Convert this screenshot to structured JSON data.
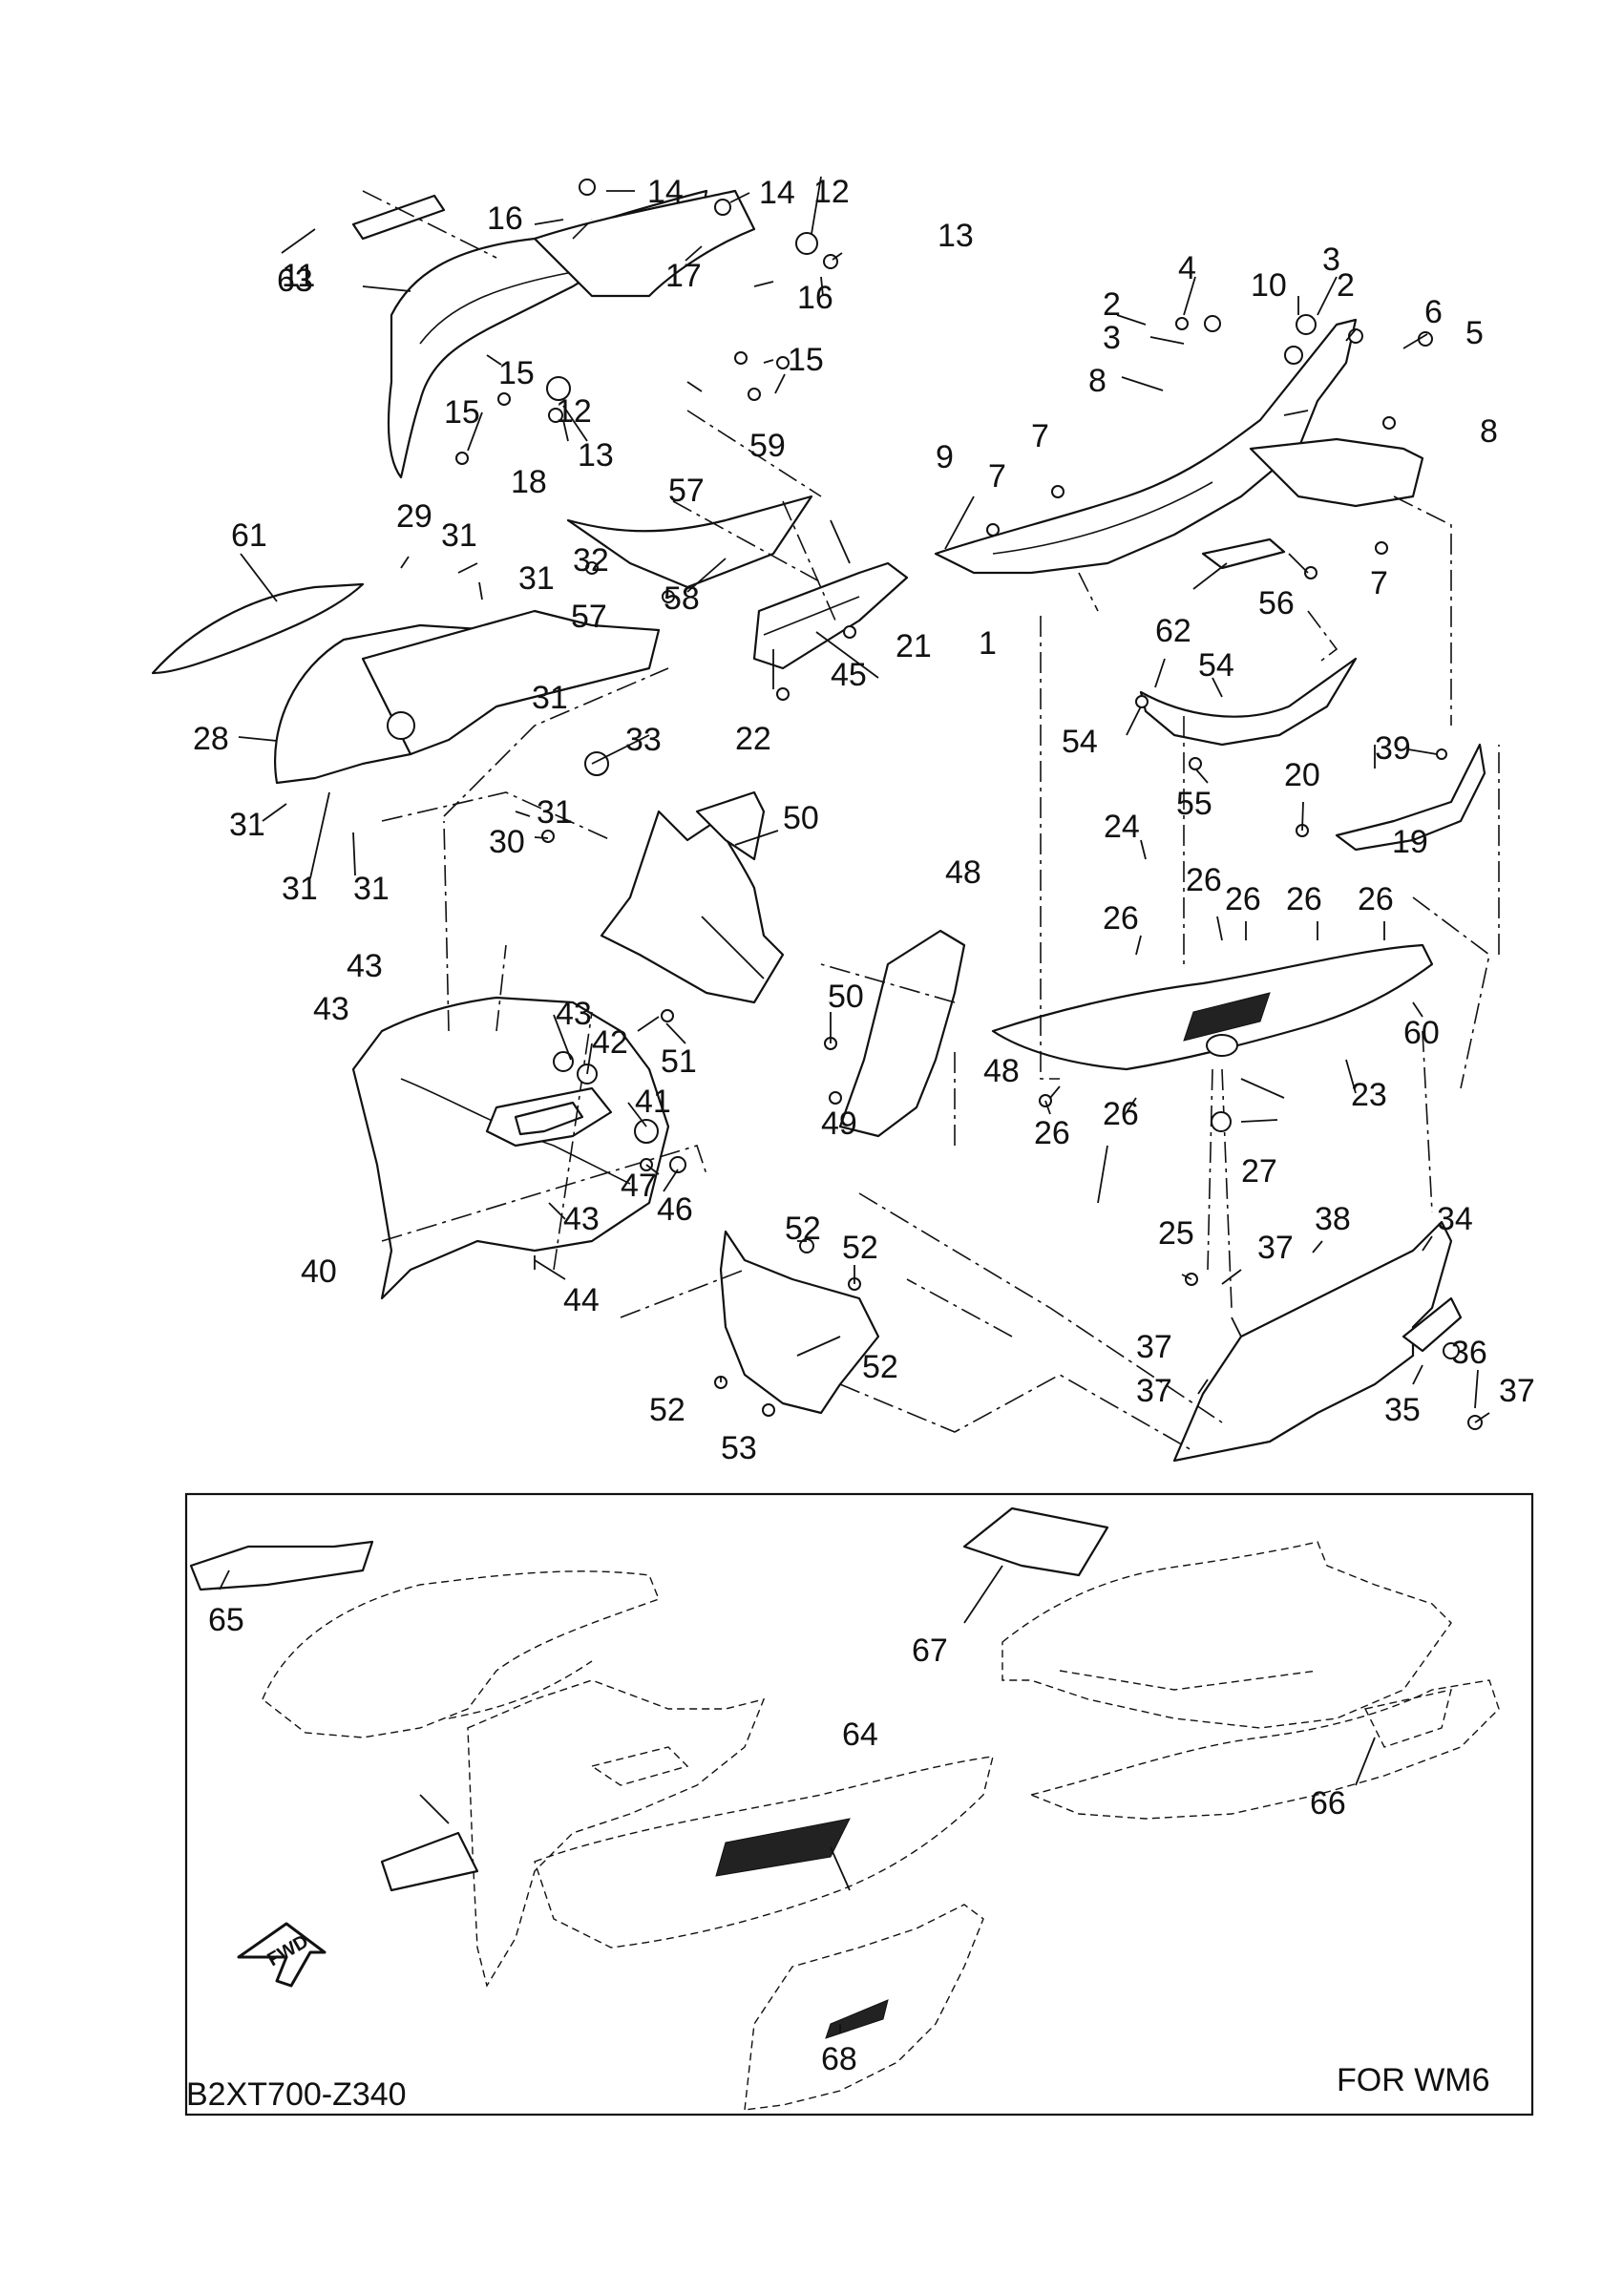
{
  "diagram_code": "B2XT700-Z340",
  "variant_label": "FOR WM6",
  "fwd_label": "FWD",
  "parts": [
    "1",
    "2",
    "2",
    "3",
    "3",
    "4",
    "5",
    "6",
    "7",
    "7",
    "7",
    "8",
    "8",
    "9",
    "10",
    "11",
    "12",
    "12",
    "13",
    "13",
    "14",
    "14",
    "15",
    "15",
    "15",
    "16",
    "16",
    "17",
    "18",
    "19",
    "20",
    "21",
    "22",
    "23",
    "24",
    "25",
    "26",
    "26",
    "26",
    "26",
    "26",
    "26",
    "26",
    "27",
    "28",
    "29",
    "30",
    "31",
    "31",
    "31",
    "31",
    "31",
    "31",
    "31",
    "32",
    "33",
    "34",
    "35",
    "36",
    "37",
    "37",
    "37",
    "37",
    "38",
    "39",
    "40",
    "41",
    "42",
    "43",
    "43",
    "43",
    "43",
    "44",
    "45",
    "46",
    "47",
    "48",
    "48",
    "49",
    "50",
    "50",
    "51",
    "52",
    "52",
    "52",
    "52",
    "53",
    "54",
    "54",
    "55",
    "56",
    "57",
    "57",
    "58",
    "59",
    "60",
    "61",
    "62",
    "63",
    "64",
    "65",
    "66",
    "67",
    "68"
  ]
}
